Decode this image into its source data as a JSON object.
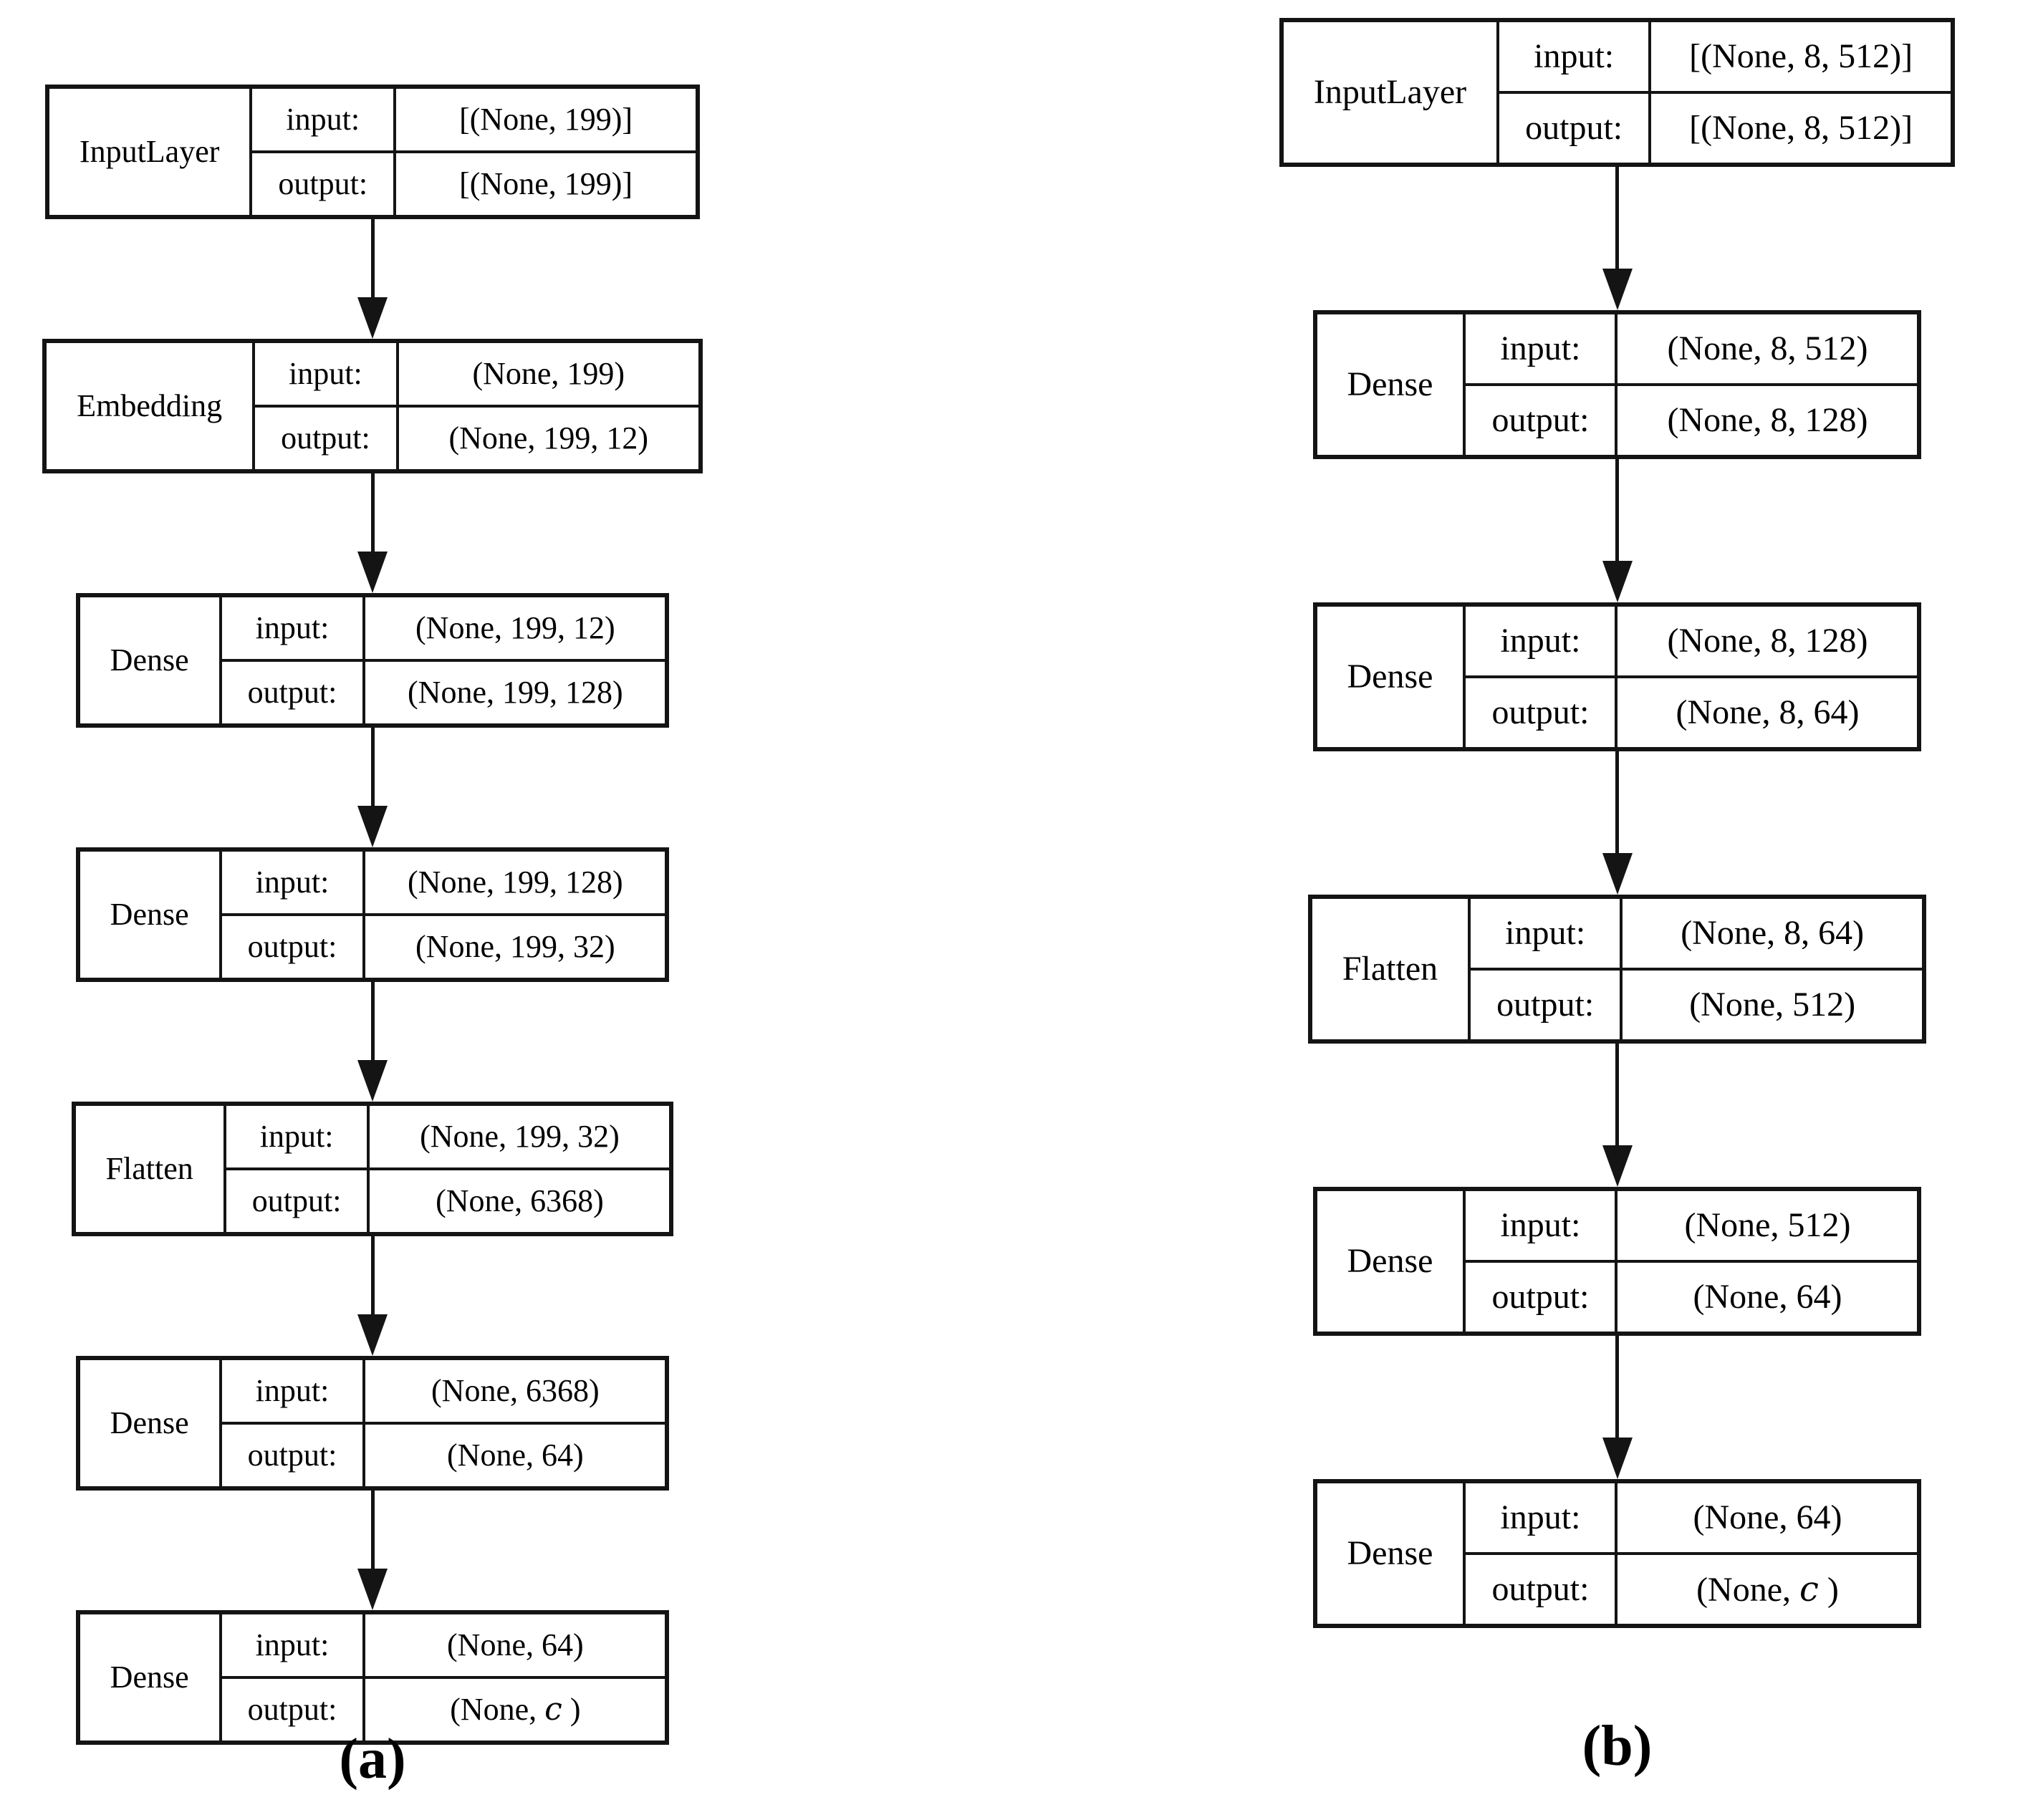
{
  "labels": {
    "input": "input:",
    "output": "output:"
  },
  "captions": {
    "a": "(a)",
    "b": "(b)"
  },
  "colors": {
    "border": "#141414",
    "background": "#ffffff",
    "text": "#000000"
  },
  "diagram_a": {
    "nodes": [
      {
        "layer": "InputLayer",
        "input": "[(None, 199)]",
        "output": "[(None, 199)]"
      },
      {
        "layer": "Embedding",
        "input": "(None, 199)",
        "output": "(None, 199, 12)"
      },
      {
        "layer": "Dense",
        "input": "(None, 199, 12)",
        "output": "(None, 199, 128)"
      },
      {
        "layer": "Dense",
        "input": "(None, 199, 128)",
        "output": "(None, 199, 32)"
      },
      {
        "layer": "Flatten",
        "input": "(None, 199, 32)",
        "output": "(None, 6368)"
      },
      {
        "layer": "Dense",
        "input": "(None, 6368)",
        "output": "(None, 64)"
      },
      {
        "layer": "Dense",
        "input": "(None, 64)",
        "output_prefix": "(None, ",
        "output_var": "c",
        "output_suffix": " )"
      }
    ]
  },
  "diagram_b": {
    "nodes": [
      {
        "layer": "InputLayer",
        "input": "[(None, 8, 512)]",
        "output": "[(None, 8, 512)]"
      },
      {
        "layer": "Dense",
        "input": "(None, 8, 512)",
        "output": "(None, 8, 128)"
      },
      {
        "layer": "Dense",
        "input": "(None, 8, 128)",
        "output": "(None, 8, 64)"
      },
      {
        "layer": "Flatten",
        "input": "(None, 8, 64)",
        "output": "(None, 512)"
      },
      {
        "layer": "Dense",
        "input": "(None, 512)",
        "output": "(None, 64)"
      },
      {
        "layer": "Dense",
        "input": "(None, 64)",
        "output_prefix": "(None, ",
        "output_var": "c",
        "output_suffix": " )"
      }
    ]
  }
}
